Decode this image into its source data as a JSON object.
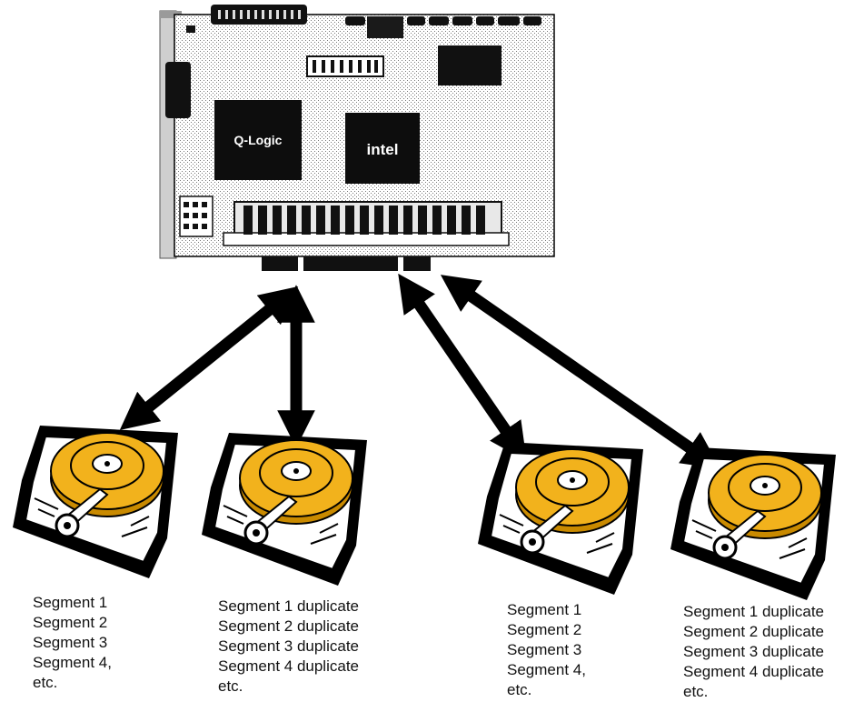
{
  "controller": {
    "chip_left": "Q-Logic",
    "chip_right": "intel"
  },
  "drives": [
    {
      "lines": [
        "Segment 1",
        "Segment 2",
        "Segment 3",
        "Segment 4,",
        "etc."
      ]
    },
    {
      "lines": [
        "Segment 1 duplicate",
        "Segment 2 duplicate",
        "Segment 3 duplicate",
        "Segment 4 duplicate",
        "etc."
      ]
    },
    {
      "lines": [
        "Segment 1",
        "Segment 2",
        "Segment 3",
        "Segment 4,",
        "etc."
      ]
    },
    {
      "lines": [
        "Segment 1 duplicate",
        "Segment 2 duplicate",
        "Segment 3 duplicate",
        "Segment 4 duplicate",
        "etc."
      ]
    }
  ],
  "colors": {
    "platter": "#f2b21c",
    "platter_dark": "#c98a00",
    "ink": "#000000"
  }
}
